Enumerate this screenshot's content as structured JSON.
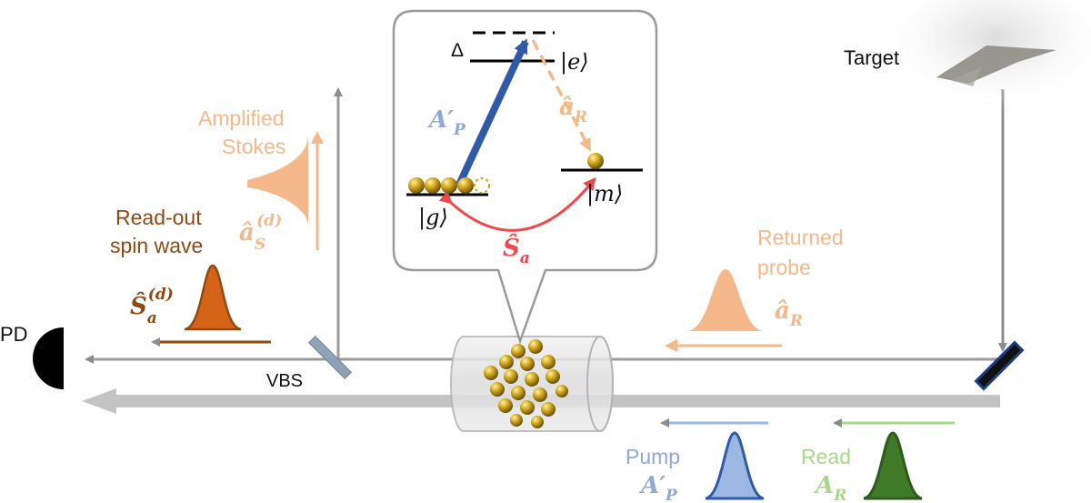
{
  "labels": {
    "target": "Target",
    "pd": "PD",
    "vbs": "VBS",
    "amplified_1": "Amplified",
    "amplified_2": "Stokes",
    "stokes_symbol": "â",
    "stokes_sub": "S",
    "stokes_sup": "(d)",
    "readout_1": "Read-out",
    "readout_2": "spin wave",
    "readout_symbol": "Ŝ",
    "readout_sub": "a",
    "readout_sup": "(d)",
    "returned_1": "Returned",
    "returned_2": "probe",
    "probe_symbol": "â",
    "probe_sub": "R",
    "pump_text": "Pump",
    "pump_symbol": "A",
    "pump_prime": "′",
    "pump_sub": "P",
    "read_text": "Read",
    "read_symbol": "A",
    "read_sub": "R"
  },
  "inset": {
    "delta": "Δ",
    "state_e": "|e⟩",
    "state_g": "|g⟩",
    "state_m": "|m⟩",
    "pump_symbol": "A",
    "pump_prime": "′",
    "pump_sub": "P",
    "ar_symbol": "â",
    "ar_sub": "R",
    "sa_symbol": "Ŝ",
    "sa_sub": "a"
  },
  "colors": {
    "gray": "#9a9a9a",
    "dark_gray": "#8c8c8c",
    "stokes_orange": "#f5b88a",
    "readout_brown": "#8e4a14",
    "readout_fill": "#d66418",
    "pump_blue": "#2e5aa8",
    "pump_light": "#9db7e3",
    "read_green": "#3f7a26",
    "read_light": "#a7d88a",
    "spin_red": "#f0474a",
    "atom_gold": "#c9a227"
  }
}
